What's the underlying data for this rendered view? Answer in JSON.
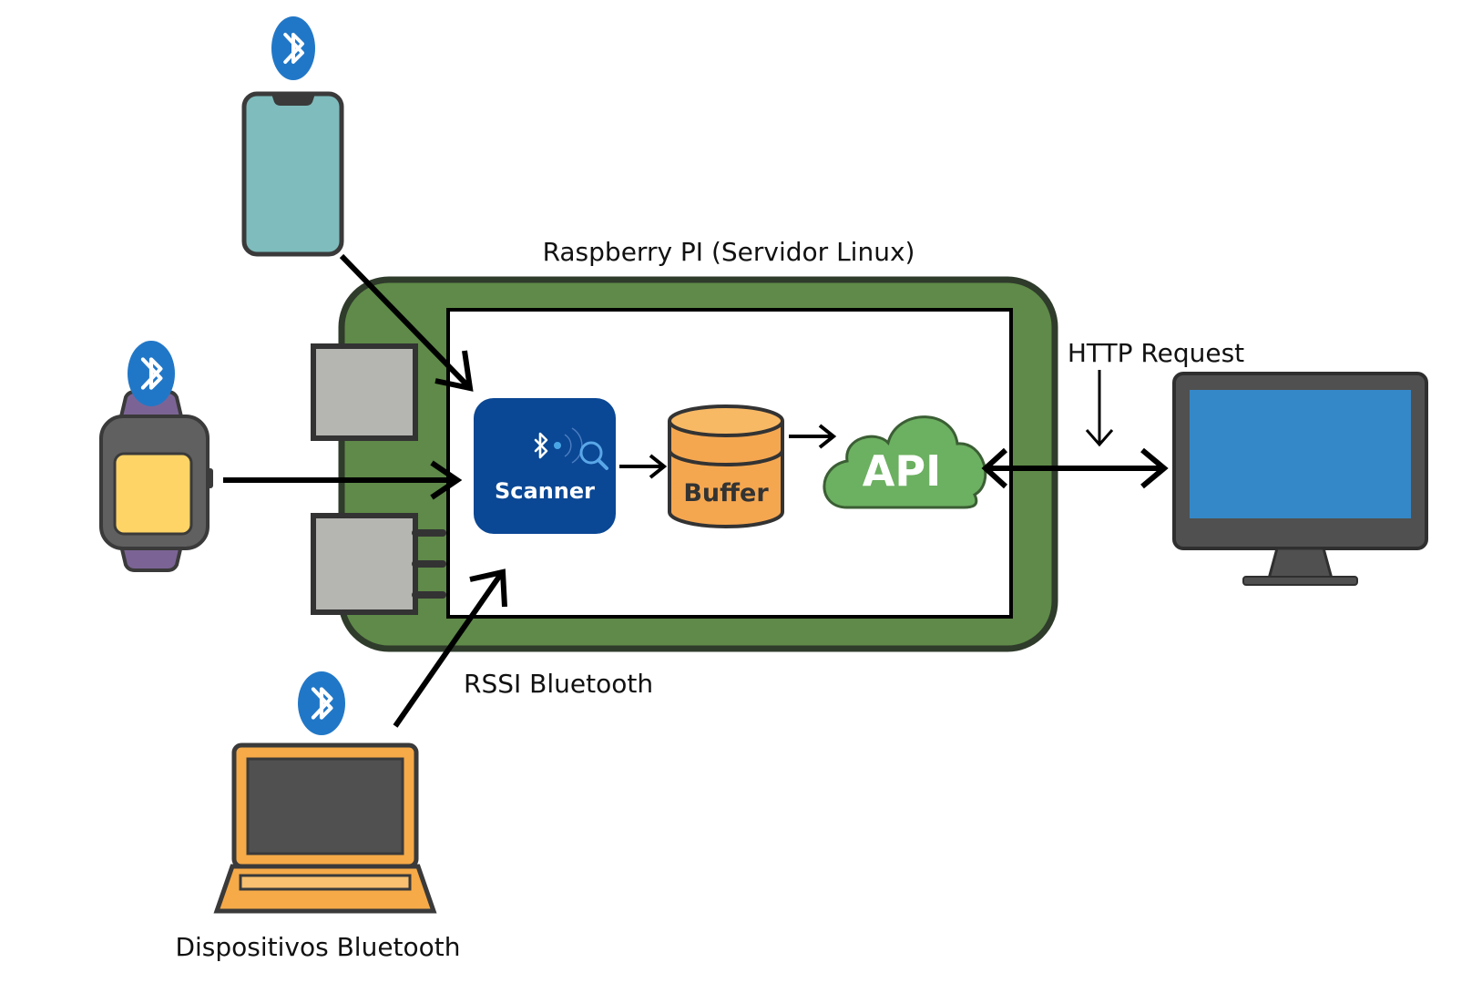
{
  "labels": {
    "raspberry": "Raspberry PI (Servidor Linux)",
    "http_request": "HTTP Request",
    "rssi": "RSSI Bluetooth",
    "devices": "Dispositivos Bluetooth"
  },
  "components": {
    "scanner": "Scanner",
    "buffer": "Buffer",
    "api": "API"
  },
  "icons": [
    "bluetooth-icon",
    "smartphone-icon",
    "smartwatch-icon",
    "laptop-icon",
    "monitor-icon",
    "scanner-icon",
    "database-icon",
    "cloud-icon",
    "raspberry-board-icon"
  ],
  "colors": {
    "board_green": "#5f8a49",
    "bluetooth_blue": "#2177c7",
    "scanner_blue": "#0a4794",
    "buffer_orange": "#f5a750",
    "api_green": "#6cb061",
    "phone_teal": "#7fbcbd",
    "watch_yellow": "#fed466",
    "watch_purple": "#7b6495",
    "laptop_orange": "#f6aa48",
    "monitor_blue": "#3588c8"
  }
}
